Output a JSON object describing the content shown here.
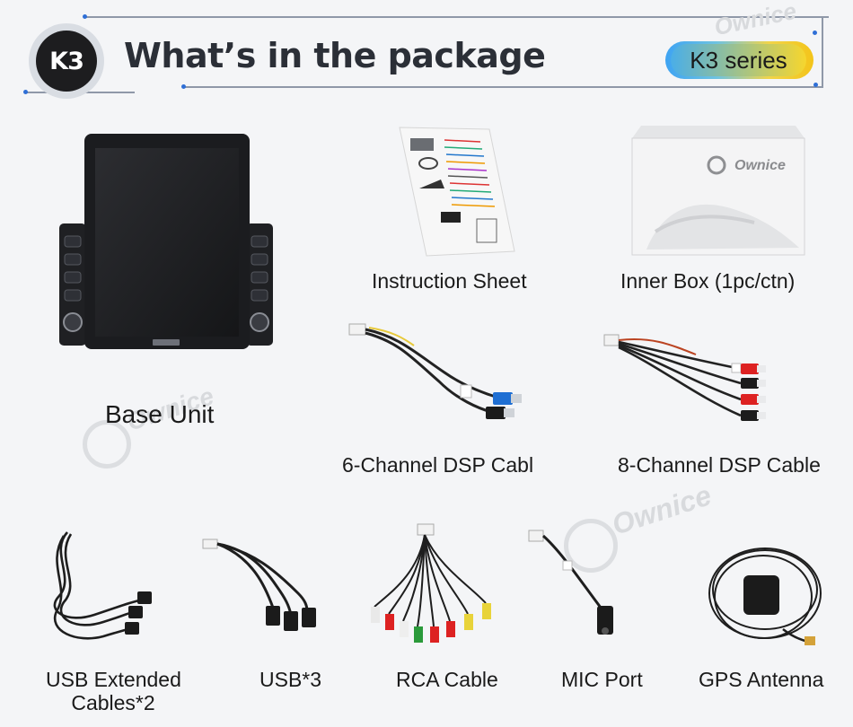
{
  "header": {
    "badge": "K3",
    "title": "What’s in the package",
    "series": "K3 series"
  },
  "watermark": "Ownice",
  "items": {
    "base_unit": {
      "label": "Base Unit",
      "brand": "Ownice"
    },
    "instruction_sheet": {
      "label": "Instruction Sheet"
    },
    "inner_box": {
      "label": "Inner Box (1pc/ctn)",
      "brand": "Ownice"
    },
    "dsp6": {
      "label": "6-Channel DSP Cabl"
    },
    "dsp8": {
      "label": "8-Channel DSP Cable"
    },
    "usb_ext": {
      "label_line1": "USB Extended",
      "label_line2": "Cables*2"
    },
    "usb3": {
      "label": "USB*3"
    },
    "rca": {
      "label": "RCA Cable"
    },
    "mic": {
      "label": "MIC Port"
    },
    "gps": {
      "label": "GPS Antenna"
    }
  },
  "colors": {
    "background": "#f4f5f7",
    "badge": "#1d1d1f",
    "accent_blue": "#3ea3f2",
    "accent_yellow": "#f3c41a"
  }
}
